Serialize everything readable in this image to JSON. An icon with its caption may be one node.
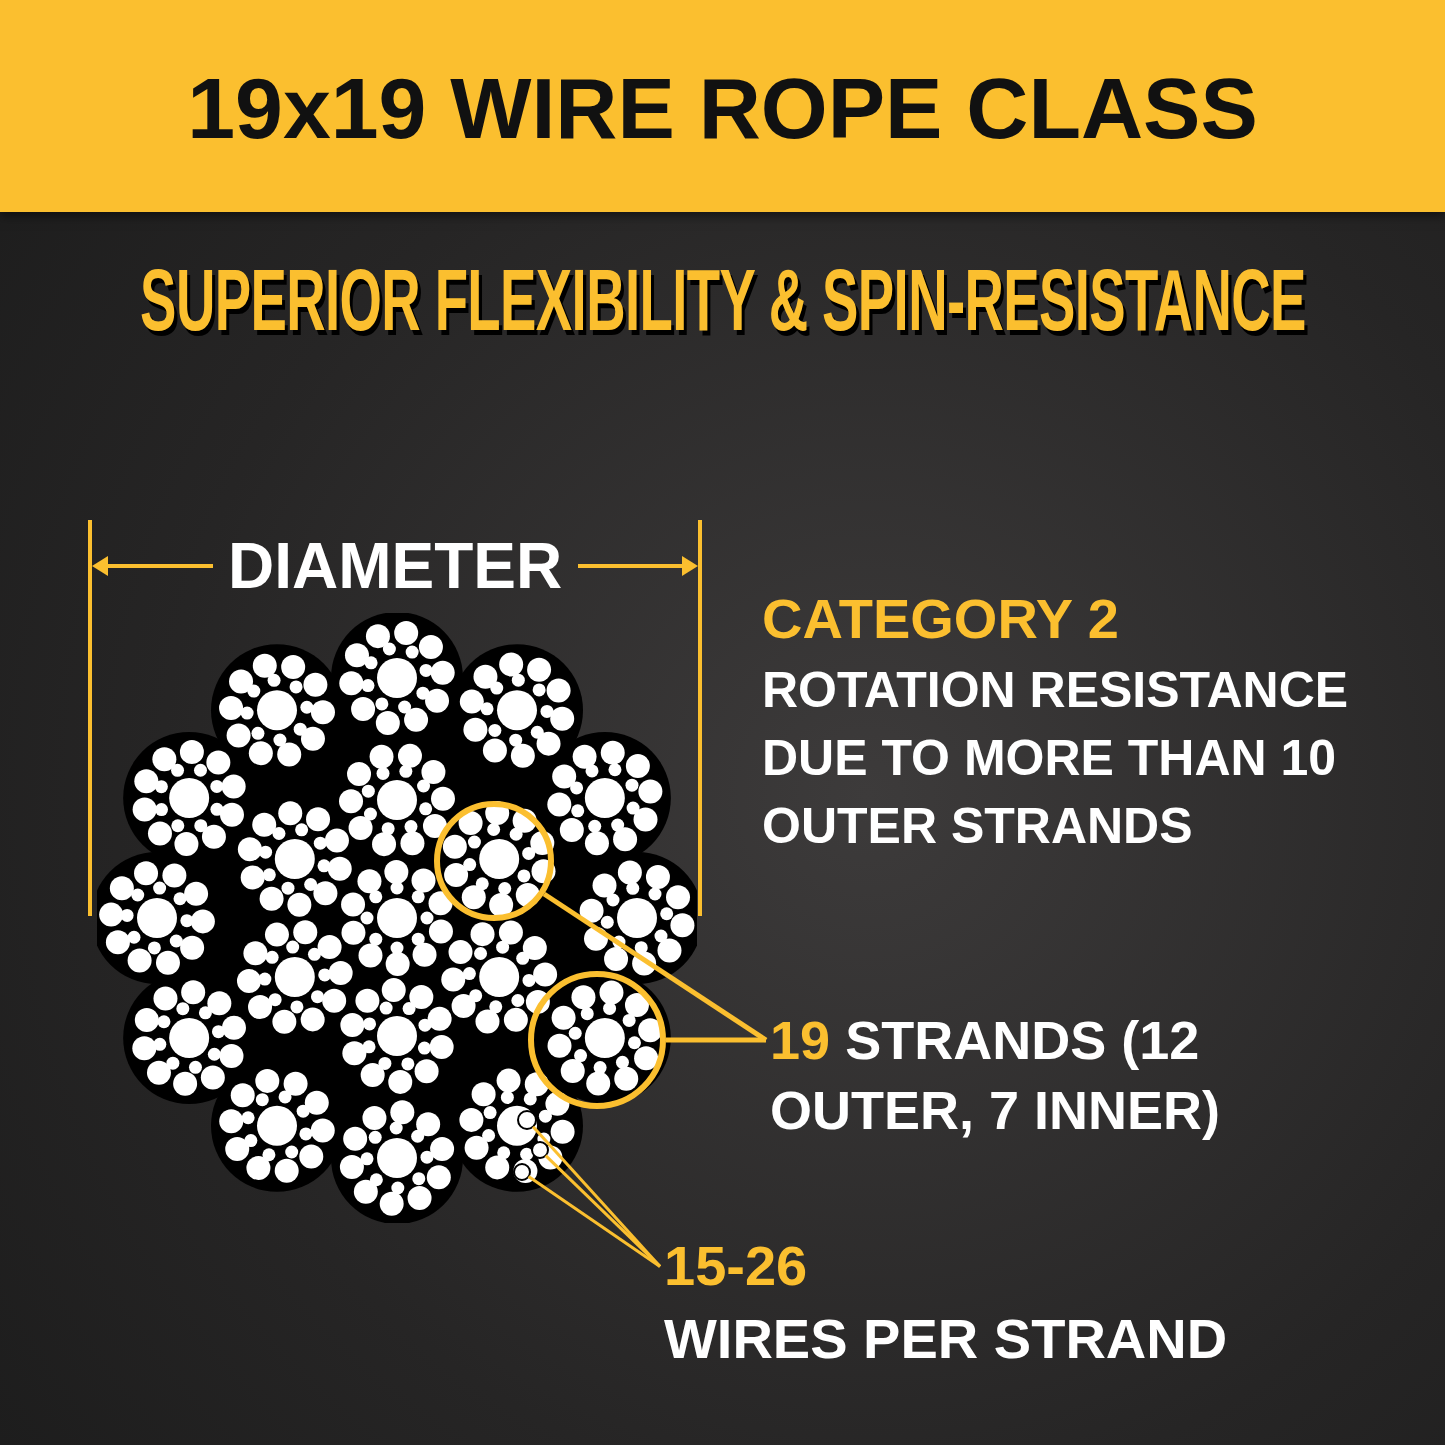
{
  "diagram": {
    "title": "19x19 WIRE ROPE CLASS",
    "nodes": [
      {
        "text": [
          "19",
          "STRANDS (12 OUTER, 7 INNER)"
        ]
      },
      {
        "text": [],
        "shape": "circle"
      },
      {
        "text": [],
        "shape": "circle"
      },
      {
        "text": [
          "15-26",
          "WIRES PER STRAND"
        ]
      },
      {
        "text": [],
        "shape": "circle"
      },
      {
        "text": [],
        "shape": "circle"
      },
      {
        "text": [],
        "shape": "circle"
      }
    ],
    "edges": [
      {
        "from": 0,
        "to": 1,
        "arrow": "none"
      },
      {
        "from": 0,
        "to": 2,
        "arrow": "none"
      },
      {
        "from": 3,
        "to": 4,
        "arrow": "none"
      },
      {
        "from": 3,
        "to": 5,
        "arrow": "none"
      },
      {
        "from": 3,
        "to": 6,
        "arrow": "none"
      }
    ],
    "labels": [
      "SUPERIOR FLEXIBILITY & SPIN-RESISTANCE",
      "DIAMETER",
      "CATEGORY 2",
      "ROTATION RESISTANCE DUE TO MORE THAN 10 OUTER STRANDS"
    ]
  }
}
